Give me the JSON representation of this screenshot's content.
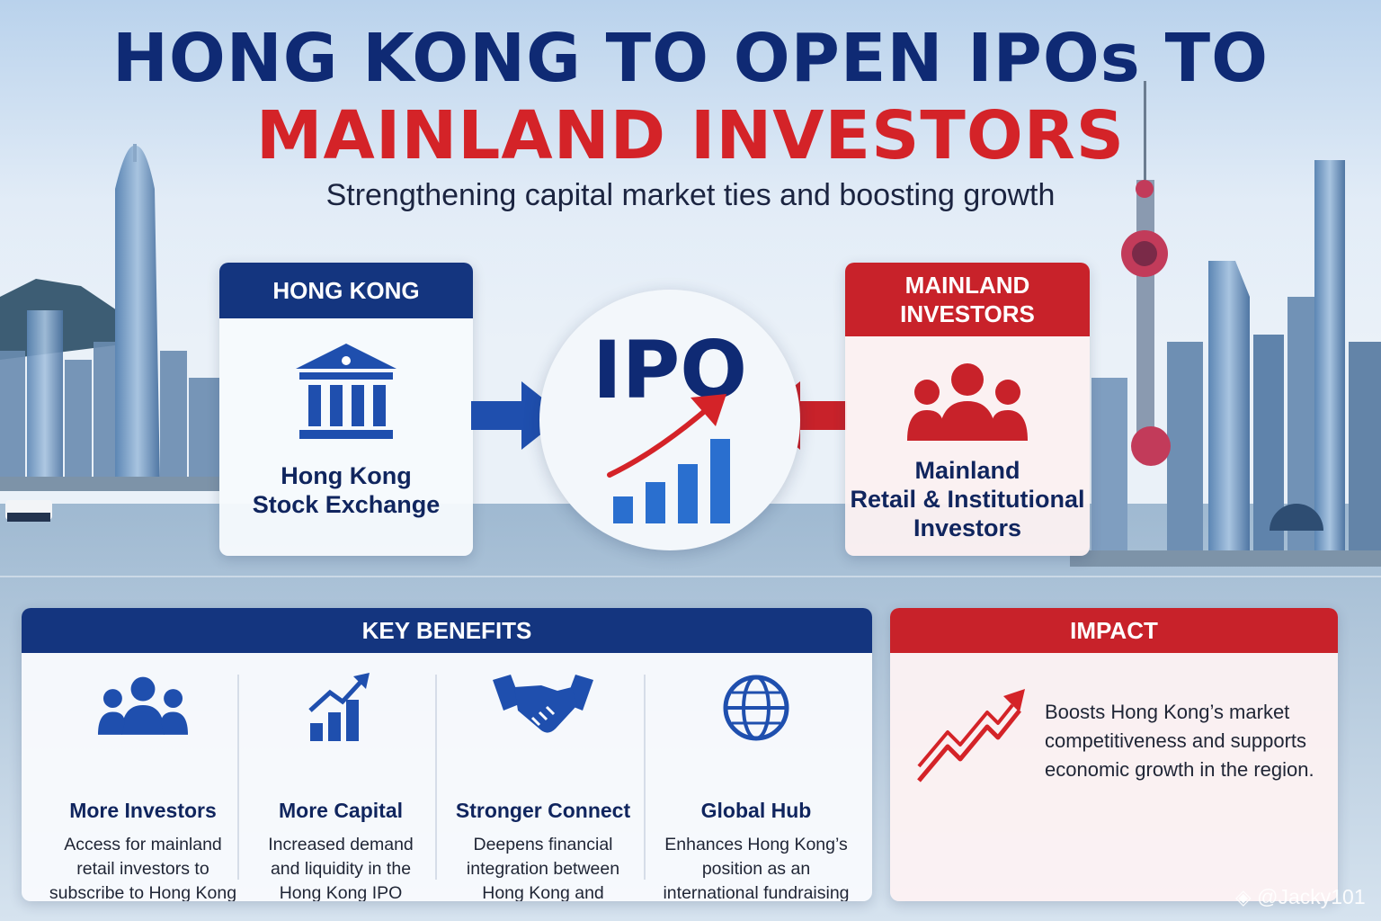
{
  "title": {
    "line1": "HONG KONG TO OPEN IPOs TO",
    "line2": "MAINLAND INVESTORS",
    "subtitle": "Strengthening capital market ties and boosting growth"
  },
  "hong_kong": {
    "header": "HONG KONG",
    "label_line1": "Hong Kong",
    "label_line2": "Stock Exchange",
    "icon": "bank-building-icon"
  },
  "ipo": {
    "label": "IPO",
    "icon": "growth-chart-icon"
  },
  "mainland": {
    "header_line1": "MAINLAND",
    "header_line2": "INVESTORS",
    "label_line1": "Mainland",
    "label_line2": "Retail & Institutional",
    "label_line3": "Investors",
    "icon": "people-group-icon"
  },
  "key_benefits": {
    "header": "KEY BENEFITS",
    "items": [
      {
        "title": "More Investors",
        "desc": "Access for mainland retail investors to subscribe to Hong Kong IPOs.",
        "icon": "people-group-icon"
      },
      {
        "title": "More Capital",
        "desc": "Increased demand and liquidity in the Hong Kong IPO market.",
        "icon": "bar-chart-up-icon"
      },
      {
        "title": "Stronger Connect",
        "desc": "Deepens financial integration between Hong Kong and mainland China.",
        "icon": "handshake-icon"
      },
      {
        "title": "Global Hub",
        "desc": "Enhances Hong Kong’s position as an international fundraising center.",
        "icon": "globe-icon"
      }
    ]
  },
  "impact": {
    "header": "IMPACT",
    "text": "Boosts Hong Kong’s market competitiveness and supports economic growth in the region.",
    "icon": "zigzag-up-arrow-icon"
  },
  "watermark": "@Jacky101",
  "colors": {
    "navy": "#0f2a74",
    "header_blue": "#14357f",
    "icon_blue": "#1f4fae",
    "red": "#d42328",
    "header_red": "#c8222a"
  }
}
